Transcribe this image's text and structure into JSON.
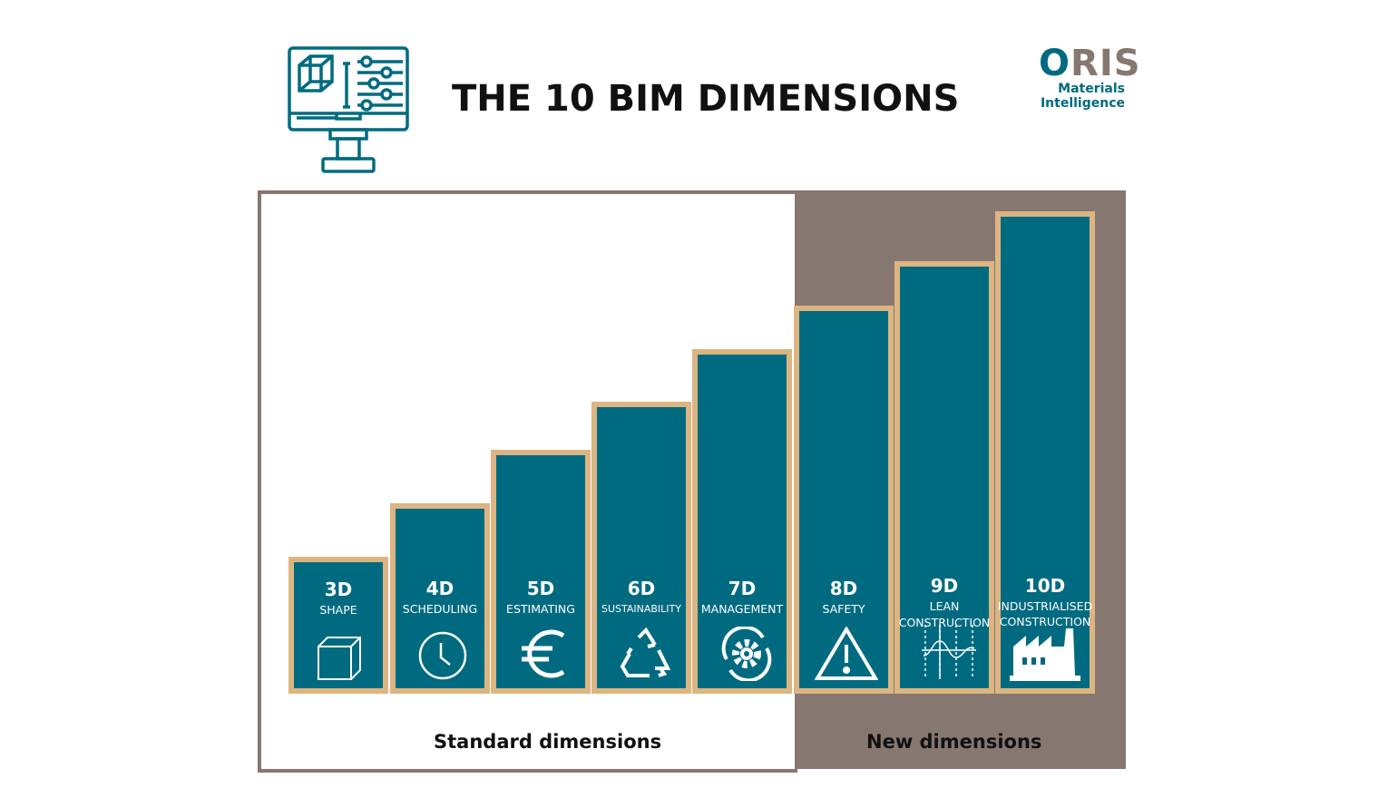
{
  "header": {
    "title": "THE 10 BIM DIMENSIONS",
    "logo_text": "ORIS",
    "logo_sub1": "Materials",
    "logo_sub2": "Intelligence"
  },
  "colors": {
    "teal": "#006b80",
    "tan": "#dcb582",
    "taupe": "#877771"
  },
  "sections": {
    "standard": "Standard dimensions",
    "new": "New dimensions"
  },
  "dimensions": [
    {
      "code": "3D",
      "name": "SHAPE",
      "icon": "cube-icon"
    },
    {
      "code": "4D",
      "name": "SCHEDULING",
      "icon": "clock-icon"
    },
    {
      "code": "5D",
      "name": "ESTIMATING",
      "icon": "euro-icon"
    },
    {
      "code": "6D",
      "name": "SUSTAINABILITY",
      "icon": "recycle-icon"
    },
    {
      "code": "7D",
      "name": "MANAGEMENT",
      "icon": "gear-cycle-icon"
    },
    {
      "code": "8D",
      "name": "SAFETY",
      "icon": "warning-icon"
    },
    {
      "code": "9D",
      "name": "LEAN CONSTRUCTION",
      "name1": "LEAN",
      "name2": "CONSTRUCTION",
      "icon": "wave-graph-icon"
    },
    {
      "code": "10D",
      "name": "INDUSTRIALISED CONSTRUCTION",
      "name1": "INDUSTRIALISED",
      "name2": "CONSTRUCTION",
      "icon": "factory-icon"
    }
  ]
}
